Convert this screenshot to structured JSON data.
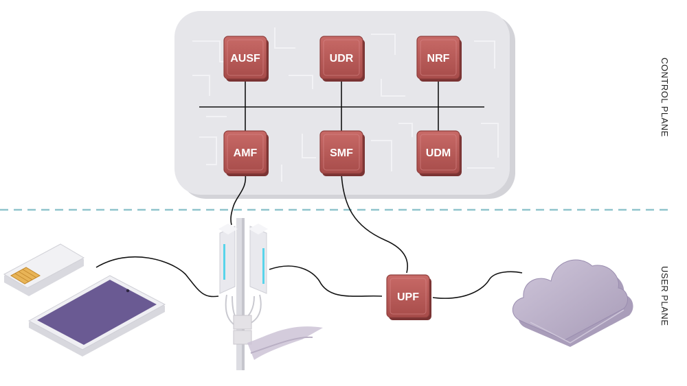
{
  "control_plane": {
    "label": "CONTROL PLANE",
    "functions_top": [
      "AUSF",
      "UDR",
      "NRF"
    ],
    "functions_bottom": [
      "AMF",
      "SMF",
      "UDM"
    ]
  },
  "user_plane": {
    "label": "USER PLANE",
    "function": "UPF"
  },
  "colors": {
    "box_fill": "#b85b59",
    "box_edge": "#7a3333",
    "panel": "#e4e4e8",
    "separator": "#8fc4cc",
    "phone_screen": "#6a5a93",
    "cloud": "#b8adc6"
  }
}
